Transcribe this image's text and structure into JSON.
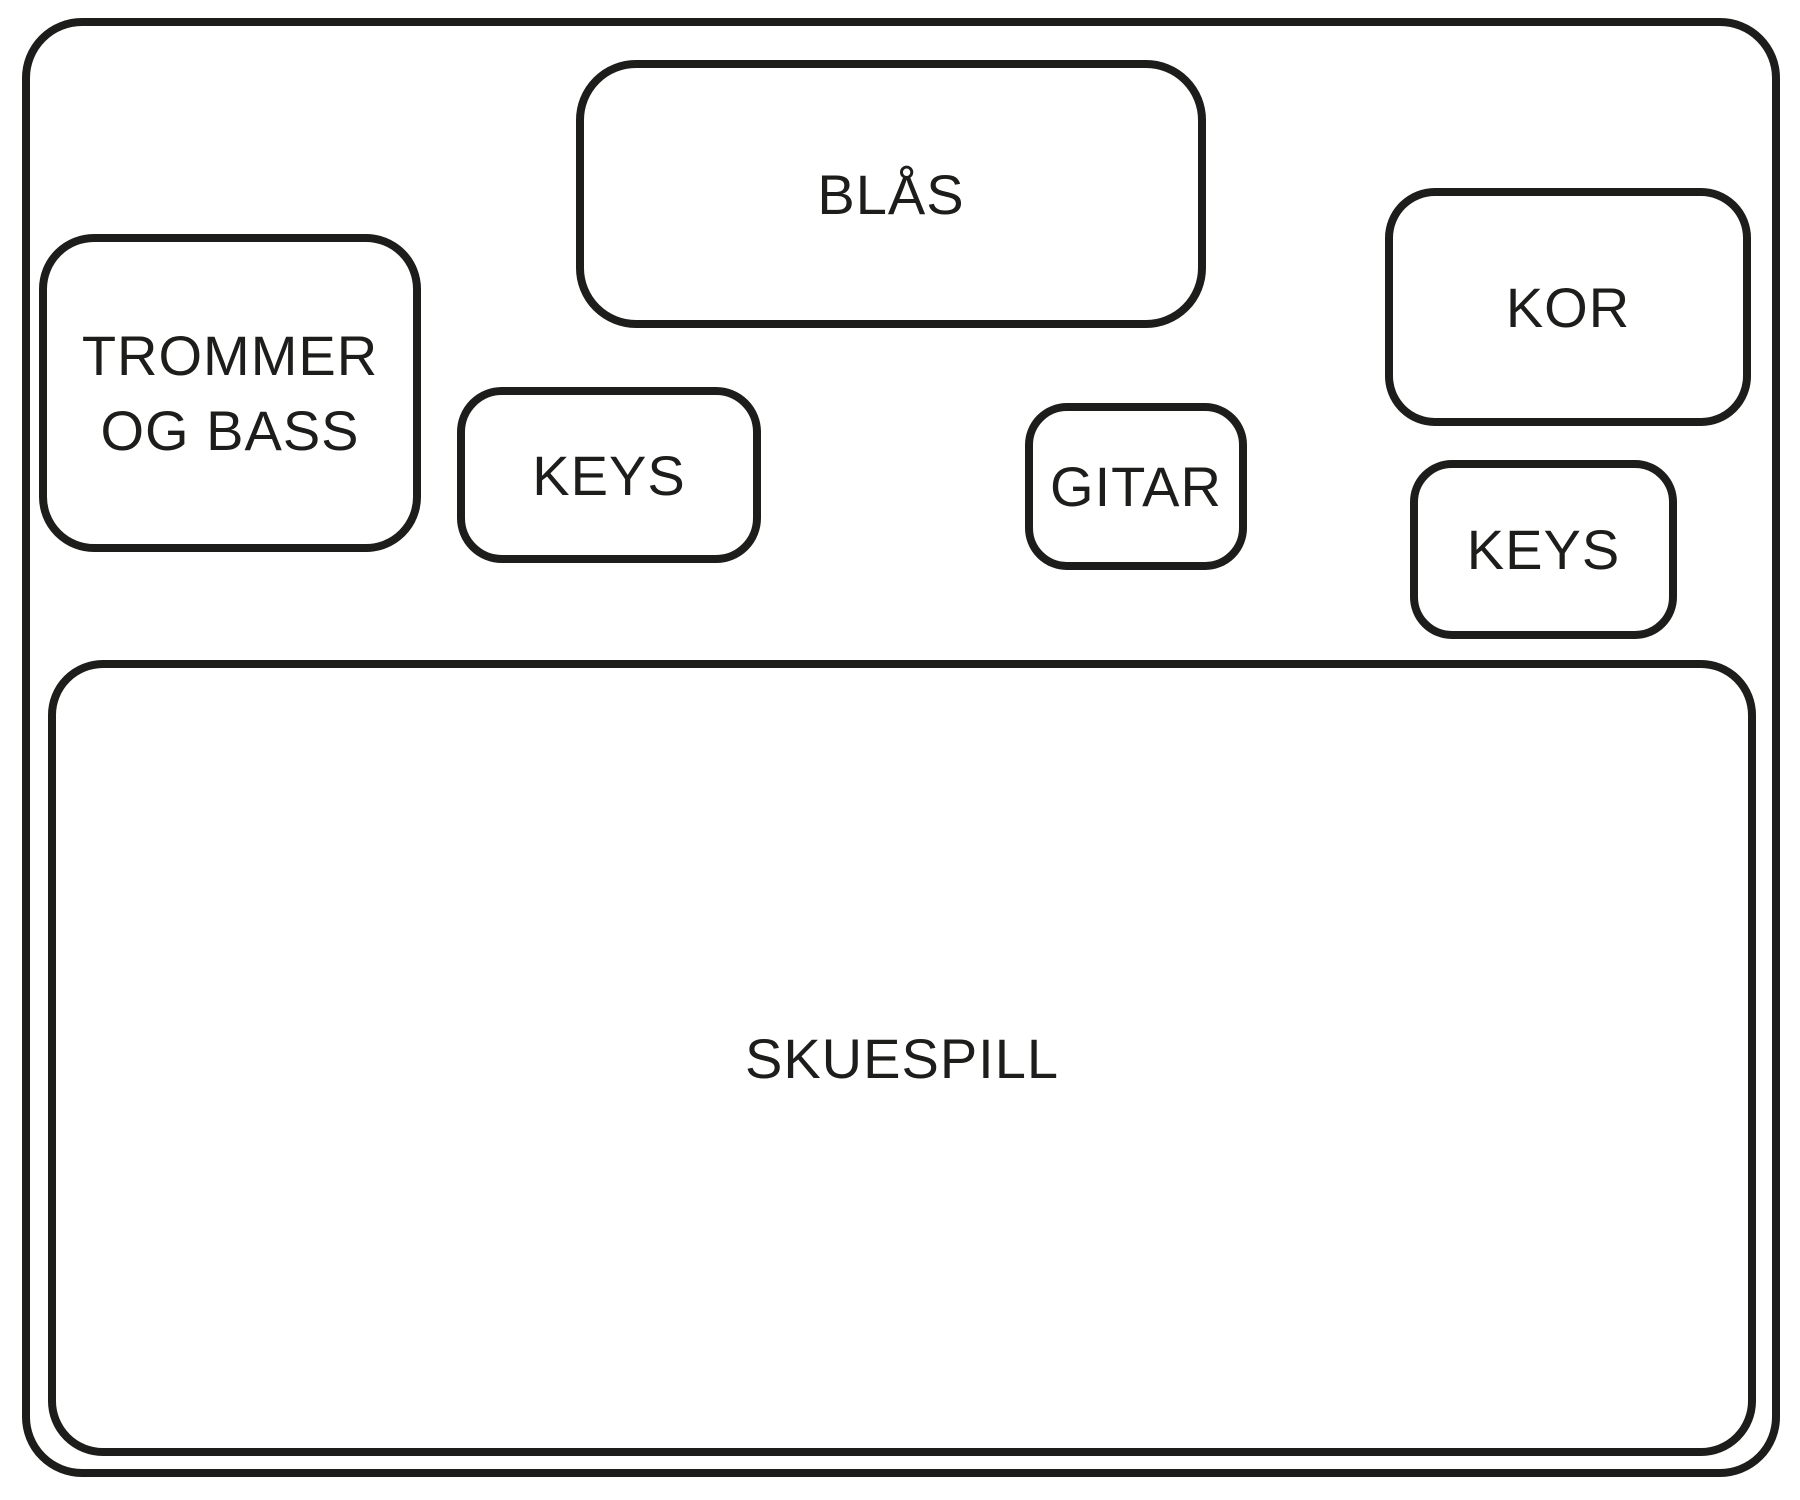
{
  "stage": {
    "colors": {
      "stroke": "#1d1d1b",
      "background": "#ffffff"
    },
    "areas": [
      {
        "key": "blas",
        "label": "BLÅS",
        "lines": [
          "BLÅS"
        ]
      },
      {
        "key": "trommer-og-bass",
        "label": "TROMMER OG BASS",
        "lines": [
          "TROMMER",
          "OG BASS"
        ]
      },
      {
        "key": "keys-left",
        "label": "KEYS",
        "lines": [
          "KEYS"
        ]
      },
      {
        "key": "gitar",
        "label": "GITAR",
        "lines": [
          "GITAR"
        ]
      },
      {
        "key": "kor",
        "label": "KOR",
        "lines": [
          "KOR"
        ]
      },
      {
        "key": "keys-right",
        "label": "KEYS",
        "lines": [
          "KEYS"
        ]
      },
      {
        "key": "skuespill",
        "label": "SKUESPILL",
        "lines": [
          "SKUESPILL"
        ]
      }
    ]
  }
}
